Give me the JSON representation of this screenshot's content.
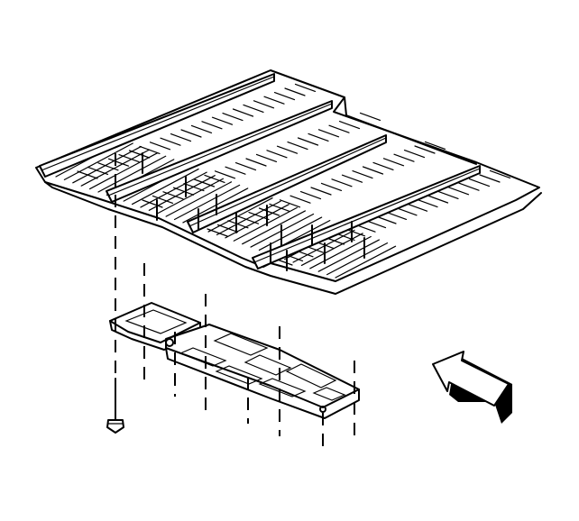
{
  "diagram": {
    "parts": [
      "floor-panel",
      "skid-plate",
      "fastener",
      "direction-arrow"
    ],
    "colors": {
      "line": "#000000",
      "background": "#ffffff"
    }
  }
}
